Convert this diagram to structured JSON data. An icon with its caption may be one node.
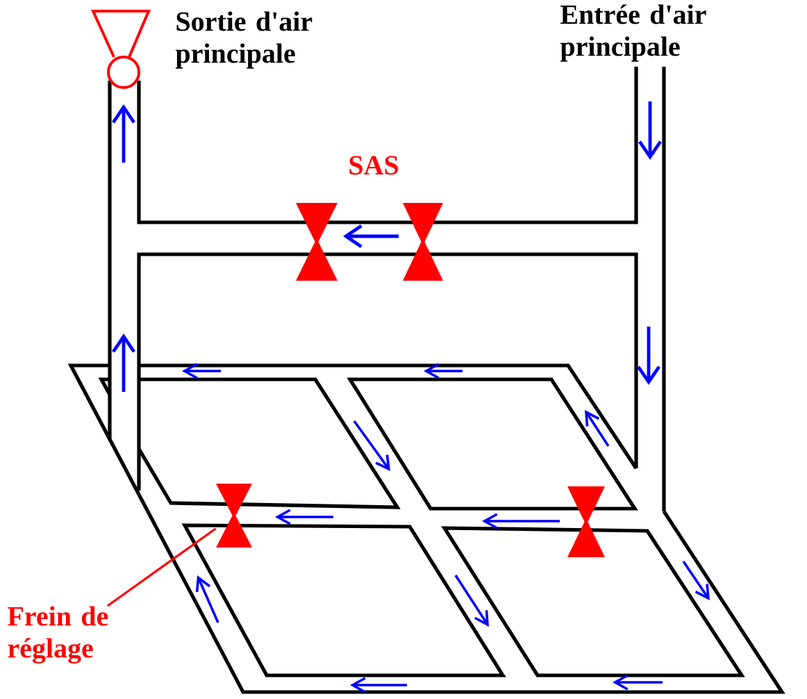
{
  "diagram": {
    "nodes": [
      {
        "text": [
          "Frein de réglage"
        ]
      },
      {
        "text": [],
        "shape": "bowtie"
      }
    ],
    "edges": [
      {
        "from": 0,
        "to": 1,
        "arrow": "none",
        "color": "#ff0000"
      }
    ],
    "labels": [
      "Sortie d'air principale",
      "Entrée d'air principale",
      "SAS"
    ]
  }
}
